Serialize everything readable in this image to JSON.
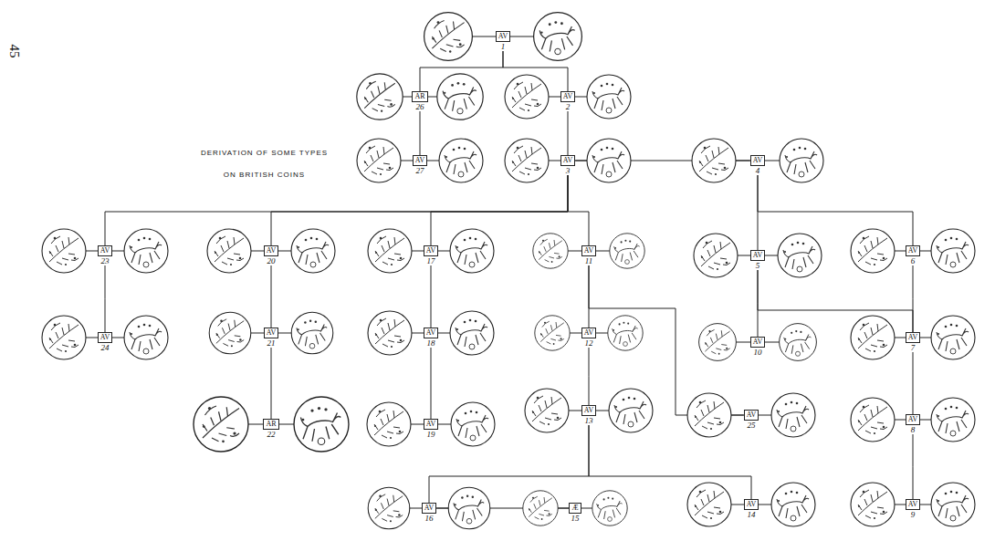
{
  "diagram": {
    "title": "DERIVATION OF SOME TYPES ON BRITISH COINS",
    "nodes": [
      {
        "text": [
          "AV",
          "1"
        ]
      },
      {
        "text": [
          "AR",
          "26"
        ]
      },
      {
        "text": [
          "AV",
          "2"
        ]
      },
      {
        "text": [
          "AV",
          "27"
        ]
      },
      {
        "text": [
          "AV",
          "3"
        ]
      },
      {
        "text": [
          "AV",
          "4"
        ]
      },
      {
        "text": [
          "AV",
          "23"
        ]
      },
      {
        "text": [
          "AV",
          "20"
        ]
      },
      {
        "text": [
          "AV",
          "17"
        ]
      },
      {
        "text": [
          "AV",
          "11"
        ]
      },
      {
        "text": [
          "AV",
          "5"
        ]
      },
      {
        "text": [
          "AV",
          "6"
        ]
      },
      {
        "text": [
          "AV",
          "24"
        ]
      },
      {
        "text": [
          "AV",
          "21"
        ]
      },
      {
        "text": [
          "AV",
          "18"
        ]
      },
      {
        "text": [
          "AV",
          "12"
        ]
      },
      {
        "text": [
          "AV",
          "10"
        ]
      },
      {
        "text": [
          "AV",
          "7"
        ]
      },
      {
        "text": [
          "AR",
          "22"
        ]
      },
      {
        "text": [
          "AV",
          "19"
        ]
      },
      {
        "text": [
          "AV",
          "13"
        ]
      },
      {
        "text": [
          "AV",
          "25"
        ]
      },
      {
        "text": [
          "AV",
          "8"
        ]
      },
      {
        "text": [
          "AV",
          "16"
        ]
      },
      {
        "text": [
          "Æ",
          "15"
        ]
      },
      {
        "text": [
          "AV",
          "14"
        ]
      },
      {
        "text": [
          "AV",
          "9"
        ]
      }
    ],
    "edges": [
      {
        "from": 0,
        "to": 1,
        "arrow": "none"
      },
      {
        "from": 0,
        "to": 2,
        "arrow": "none"
      },
      {
        "from": 1,
        "to": 3,
        "arrow": "none"
      },
      {
        "from": 2,
        "to": 4,
        "arrow": "none"
      },
      {
        "from": 4,
        "to": 5,
        "arrow": "none"
      },
      {
        "from": 4,
        "to": 6,
        "arrow": "none"
      },
      {
        "from": 4,
        "to": 7,
        "arrow": "none"
      },
      {
        "from": 4,
        "to": 8,
        "arrow": "none"
      },
      {
        "from": 4,
        "to": 9,
        "arrow": "none"
      },
      {
        "from": 5,
        "to": 10,
        "arrow": "none"
      },
      {
        "from": 5,
        "to": 11,
        "arrow": "none"
      },
      {
        "from": 6,
        "to": 12,
        "arrow": "none"
      },
      {
        "from": 7,
        "to": 13,
        "arrow": "none"
      },
      {
        "from": 13,
        "to": 18,
        "arrow": "none"
      },
      {
        "from": 8,
        "to": 14,
        "arrow": "none"
      },
      {
        "from": 14,
        "to": 19,
        "arrow": "none"
      },
      {
        "from": 9,
        "to": 15,
        "arrow": "none"
      },
      {
        "from": 15,
        "to": 20,
        "arrow": "none"
      },
      {
        "from": 9,
        "to": 21,
        "arrow": "none"
      },
      {
        "from": 10,
        "to": 16,
        "arrow": "none"
      },
      {
        "from": 10,
        "to": 17,
        "arrow": "none"
      },
      {
        "from": 11,
        "to": 17,
        "arrow": "none"
      },
      {
        "from": 17,
        "to": 22,
        "arrow": "none"
      },
      {
        "from": 22,
        "to": 26,
        "arrow": "none"
      },
      {
        "from": 20,
        "to": 23,
        "arrow": "none"
      },
      {
        "from": 20,
        "to": 25,
        "arrow": "none"
      },
      {
        "from": 23,
        "to": 24,
        "arrow": "none"
      }
    ],
    "labels": [
      "45"
    ]
  }
}
